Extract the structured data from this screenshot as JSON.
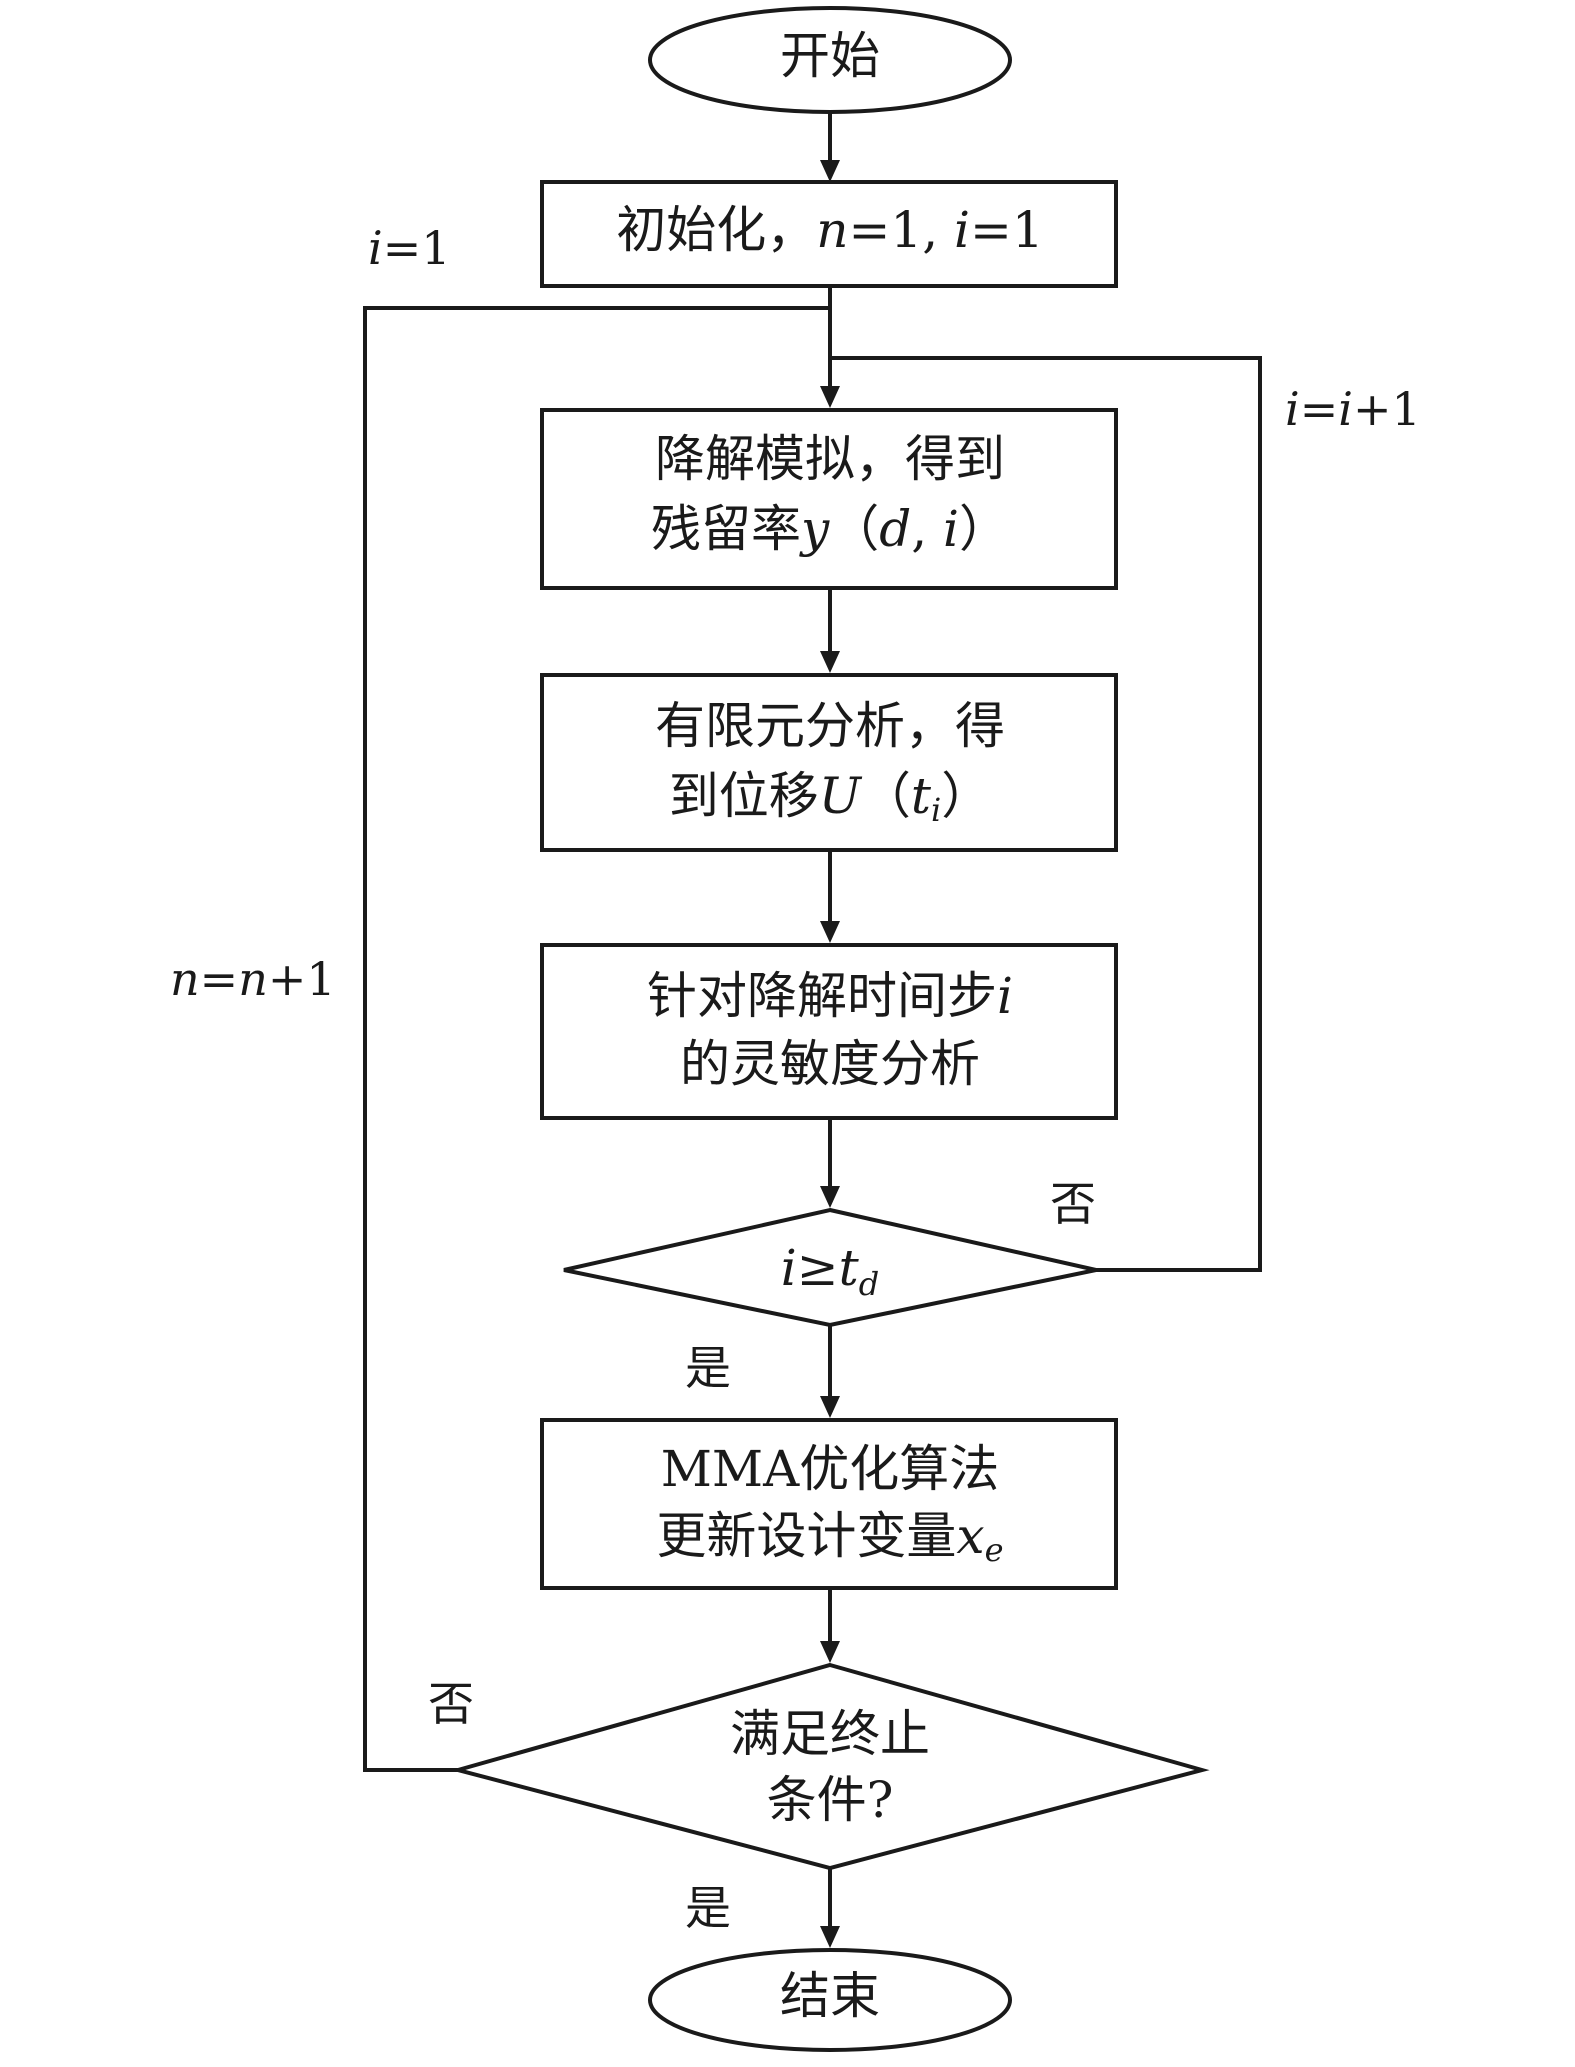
{
  "nodes": {
    "start": {
      "text": "开始"
    },
    "init": {
      "prefix": "初始化，",
      "var_n": "n",
      "eq_n": "=1, ",
      "var_i": "i",
      "eq_i": "=1"
    },
    "degradation": {
      "line1": "降解模拟，得到",
      "line2_prefix": "残留率",
      "var_y": "y",
      "paren_open": "（",
      "var_d": "d",
      "comma": ", ",
      "var_i": "i",
      "paren_close": "）"
    },
    "fea": {
      "line1": "有限元分析，得",
      "line2_prefix": "到位移",
      "var_U": "U",
      "paren_open": "（",
      "var_t": "t",
      "sub_i": "i",
      "paren_close": "）"
    },
    "sensitivity": {
      "line1_prefix": "针对降解时间步",
      "var_i": "i",
      "line2": "的灵敏度分析"
    },
    "check_step": {
      "var_i": "i",
      "op": "≥",
      "var_t": "t",
      "sub_d": "d"
    },
    "mma": {
      "line1": "MMA优化算法",
      "line2_prefix": "更新设计变量",
      "var_x": "x",
      "sub_e": "e"
    },
    "converged": {
      "line1": "满足终止",
      "line2": "条件?"
    },
    "end": {
      "text": "结束"
    }
  },
  "edge_labels": {
    "reset_i": {
      "var": "i",
      "rest": "=1"
    },
    "increment_i": {
      "var1": "i",
      "eq": "=",
      "var2": "i",
      "rest": "+1"
    },
    "increment_n": {
      "var1": "n",
      "eq": "=",
      "var2": "n",
      "rest": "+1"
    },
    "step_no": "否",
    "step_yes": "是",
    "conv_no": "否",
    "conv_yes": "是"
  }
}
